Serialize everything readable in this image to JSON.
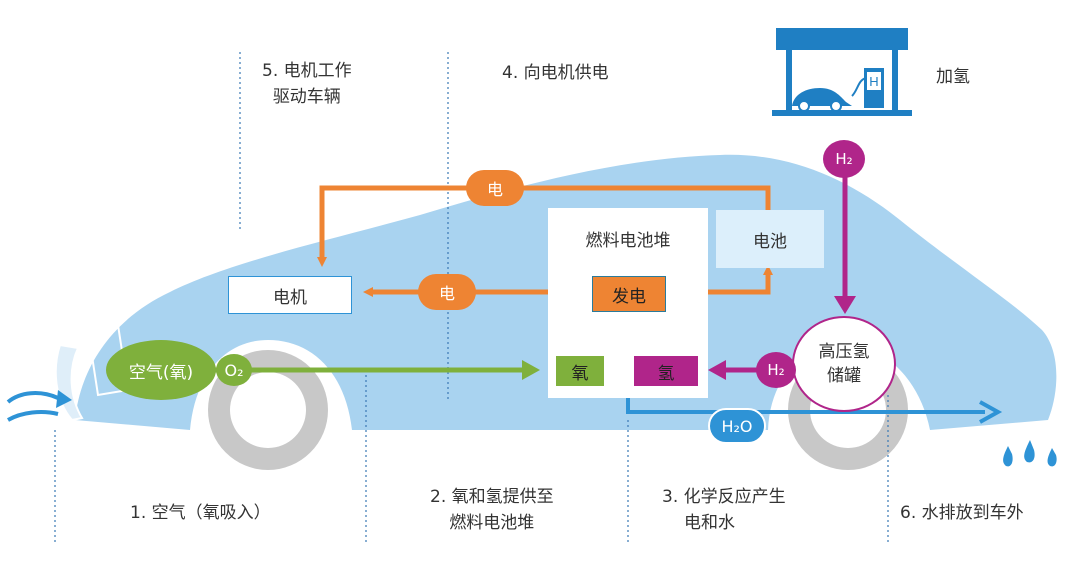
{
  "steps": {
    "s1": "1. 空气（氧吸入）",
    "s2_l1": "2. 氧和氢提供至",
    "s2_l2": "燃料电池堆",
    "s3_l1": "3. 化学反应产生",
    "s3_l2": "电和水",
    "s4": "4. 向电机供电",
    "s5_l1": "5. 电机工作",
    "s5_l2": "驱动车辆",
    "s6": "6. 水排放到车外"
  },
  "station": {
    "label": "加氢",
    "sign": "H"
  },
  "components": {
    "motor": "电机",
    "battery": "电池",
    "stack_title": "燃料电池堆",
    "generate": "发电",
    "oxygen": "氧",
    "hydrogen": "氢",
    "tank_l1": "高压氢",
    "tank_l2": "储罐",
    "air": "空气(氧)"
  },
  "flows": {
    "elec_top": "电",
    "elec_mid": "电",
    "o2": "O₂",
    "h2_top": "H₂",
    "h2_side": "H₂",
    "h2o": "H₂O"
  },
  "colors": {
    "car_body": "#a9d3f0",
    "orange": "#ee8433",
    "green": "#7fb03c",
    "magenta": "#b0258a",
    "blue": "#2e93d6",
    "wheel": "#c8c8c8",
    "navy": "#1f7fc3"
  }
}
